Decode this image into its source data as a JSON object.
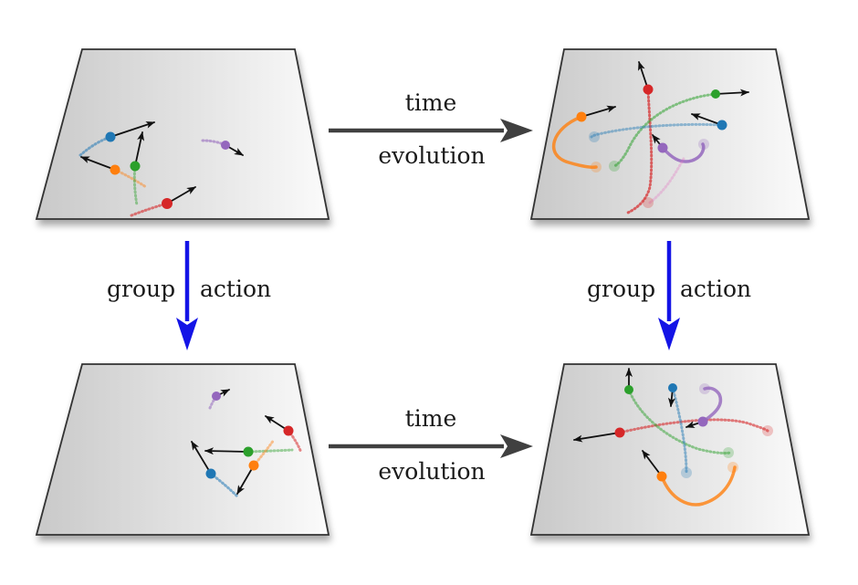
{
  "labels": {
    "time_top": "time",
    "evolution_top": "evolution",
    "group_left": "group",
    "action_left": "action",
    "group_right": "group",
    "action_right": "action",
    "time_bottom": "time",
    "evolution_bottom": "evolution"
  },
  "colors": {
    "blue": "#1f77b4",
    "orange": "#ff7f0e",
    "green": "#2ca02c",
    "red": "#d62728",
    "purple": "#9467bd",
    "time_arrow": "#404040",
    "group_arrow": "#1414e6",
    "panel_edge": "#333333"
  }
}
